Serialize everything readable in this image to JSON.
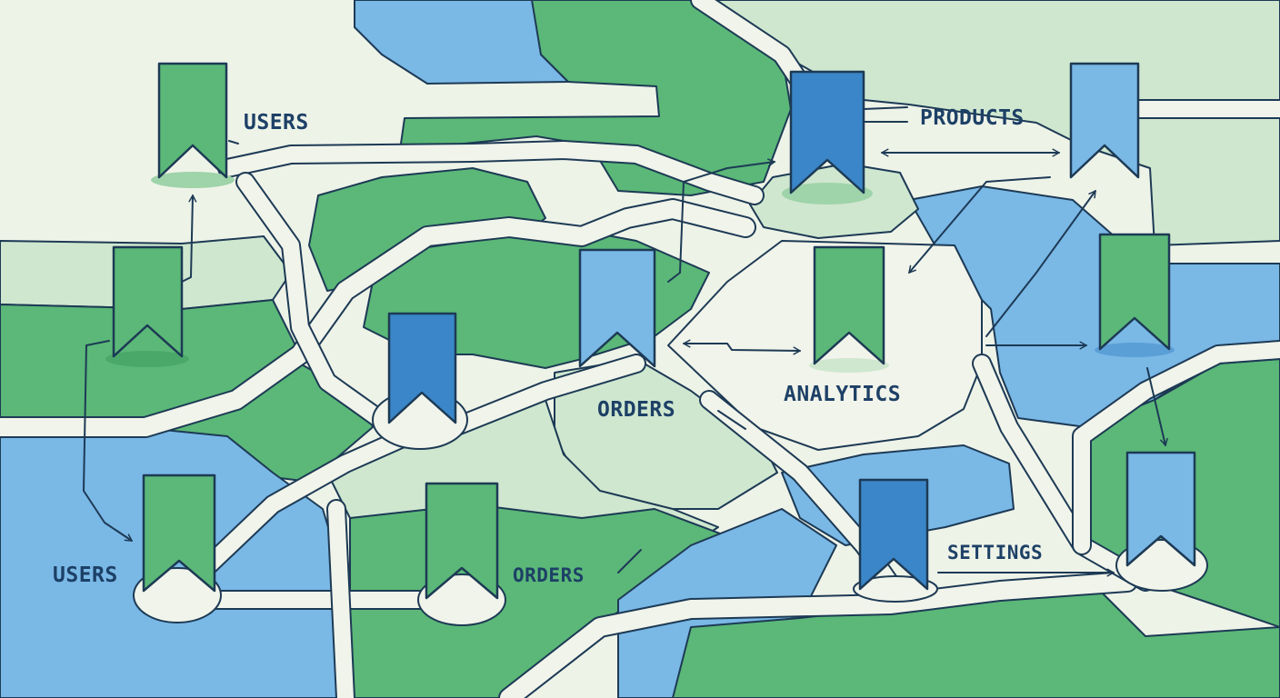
{
  "labels": {
    "users_top": "USERS",
    "products": "PRODUCTS",
    "orders_center": "ORDERS",
    "analytics": "ANALYTICS",
    "users_bottom": "USERS",
    "orders_bottom": "ORDERS",
    "settings": "SETTINGS"
  },
  "colors": {
    "background": "#eef3e8",
    "green": "#5bb878",
    "light_green": "#cfe7cf",
    "blue": "#7ab8e6",
    "dark_blue": "#3a86c8",
    "road": "#f1f4ea",
    "outline": "#1d3a55"
  },
  "markers": [
    {
      "name": "marker-users-top",
      "color": "green"
    },
    {
      "name": "marker-left-mid",
      "color": "green"
    },
    {
      "name": "marker-center-left",
      "color": "dark_blue"
    },
    {
      "name": "marker-orders-center",
      "color": "blue"
    },
    {
      "name": "marker-products-hub",
      "color": "dark_blue"
    },
    {
      "name": "marker-products-right",
      "color": "blue"
    },
    {
      "name": "marker-analytics",
      "color": "green"
    },
    {
      "name": "marker-right-mid",
      "color": "green"
    },
    {
      "name": "marker-users-bottom",
      "color": "green"
    },
    {
      "name": "marker-orders-bottom",
      "color": "green"
    },
    {
      "name": "marker-settings",
      "color": "dark_blue"
    },
    {
      "name": "marker-bottom-right",
      "color": "blue"
    }
  ]
}
